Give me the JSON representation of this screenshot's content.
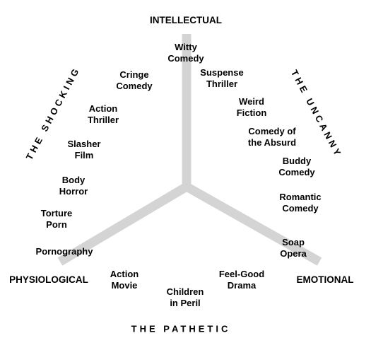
{
  "colors": {
    "axis": "#d4d4d4",
    "text": "#000000",
    "background": "#ffffff"
  },
  "poles": {
    "intellectual": "INTELLECTUAL",
    "physiological": "PHYSIOLOGICAL",
    "emotional": "EMOTIONAL"
  },
  "regions": {
    "shocking": "THE SHOCKING",
    "uncanny": "THE UNCANNY",
    "pathetic": "THE PATHETIC"
  },
  "genres": {
    "witty_comedy": [
      "Witty",
      "Comedy"
    ],
    "cringe_comedy": [
      "Cringe",
      "Comedy"
    ],
    "suspense_thriller": [
      "Suspense",
      "Thriller"
    ],
    "action_thriller": [
      "Action",
      "Thriller"
    ],
    "weird_fiction": [
      "Weird",
      "Fiction"
    ],
    "comedy_of_the_absurd": [
      "Comedy of",
      "the Absurd"
    ],
    "slasher_film": [
      "Slasher",
      "Film"
    ],
    "buddy_comedy": [
      "Buddy",
      "Comedy"
    ],
    "body_horror": [
      "Body",
      "Horror"
    ],
    "romantic_comedy": [
      "Romantic",
      "Comedy"
    ],
    "torture_porn": [
      "Torture",
      "Porn"
    ],
    "pornography": [
      "Pornography"
    ],
    "soap_opera": [
      "Soap",
      "Opera"
    ],
    "action_movie": [
      "Action",
      "Movie"
    ],
    "feel_good_drama": [
      "Feel-Good",
      "Drama"
    ],
    "children_in_peril": [
      "Children",
      "in Peril"
    ]
  }
}
